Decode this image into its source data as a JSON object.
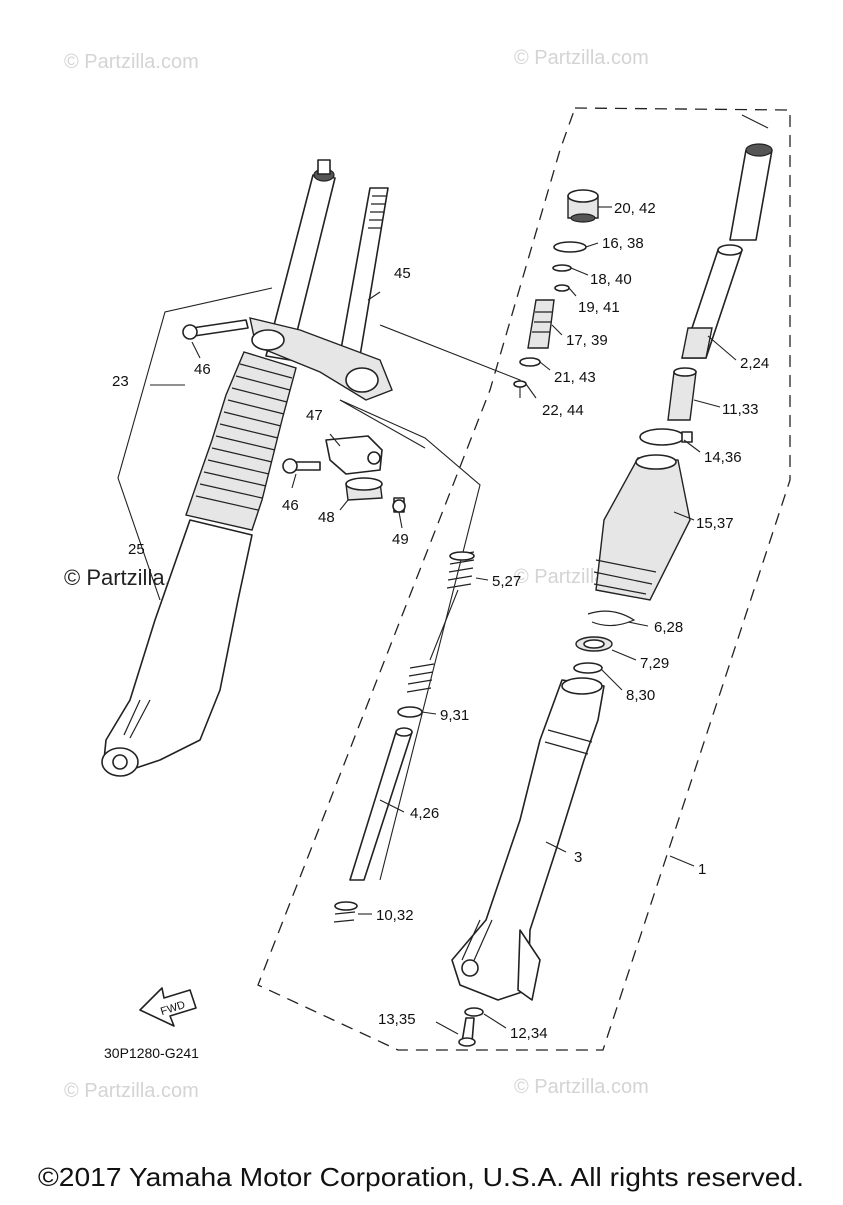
{
  "watermarks": [
    "© Partzilla.com",
    "© Partzilla.com",
    "© Partzilla.com",
    "© Partzilla.com",
    "© Partzilla.com",
    "© Partzilla.com"
  ],
  "callouts": {
    "c1": "1",
    "c2_24": "2,24",
    "c3": "3",
    "c4_26": "4,26",
    "c5_27": "5,27",
    "c6_28": "6,28",
    "c7_29": "7,29",
    "c8_30": "8,30",
    "c9_31": "9,31",
    "c10_32": "10,32",
    "c11_33": "11,33",
    "c12_34": "12,34",
    "c13_35": "13,35",
    "c14_36": "14,36",
    "c15_37": "15,37",
    "c16_38": "16, 38",
    "c17_39": "17, 39",
    "c18_40": "18, 40",
    "c19_41": "19, 41",
    "c20_42": "20, 42",
    "c21_43": "21, 43",
    "c22_44": "22, 44",
    "c23": "23",
    "c25": "25",
    "c45": "45",
    "c46a": "46",
    "c46b": "46",
    "c47": "47",
    "c48": "48",
    "c49": "49"
  },
  "fwd_label": "FWD",
  "diagram_code": "30P1280-G241",
  "copyright": "©2017 Yamaha Motor Corporation, U.S.A. All rights reserved.",
  "colors": {
    "line": "#222222",
    "watermark": "#d4d4d4",
    "background": "#ffffff"
  }
}
